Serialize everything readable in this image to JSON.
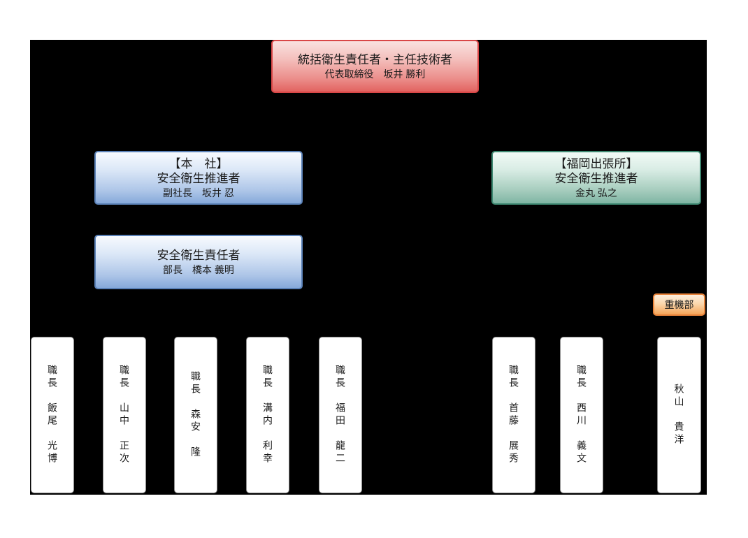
{
  "org": {
    "supervisor": {
      "title": "統括衛生責任者・主任技術者",
      "person": "代表取締役　坂井 勝利"
    },
    "head_office": {
      "location": "【本　社】",
      "role": "安全衛生推進者",
      "person": "副社長　坂井 忍"
    },
    "fukuoka_branch": {
      "location": "【福岡出張所】",
      "role": "安全衛生推進者",
      "person": "金丸 弘之"
    },
    "safety_officer": {
      "role": "安全衛生責任者",
      "person": "部長　橋本 義明"
    },
    "heavy_machinery_label": "重機部",
    "workers": [
      "職長　飯尾　光博",
      "職長　山中　正次",
      "職長　森安　隆",
      "職長　溝内　利幸",
      "職長　福田　龍二",
      "職長　首藤　展秀",
      "職長　西川　義文",
      "秋山　貴洋"
    ]
  },
  "colors": {
    "page_background": "#ffffff",
    "chart_background": "#000000",
    "supervisor_border": "#d94747",
    "supervisor_fill_bottom": "#e26360",
    "blue_border": "#5b82b8",
    "blue_fill_bottom": "#86a9da",
    "green_border": "#3e8871",
    "green_fill_bottom": "#7fb5a3",
    "orange_border": "#e8833a",
    "orange_fill_bottom": "#f5a559",
    "worker_box_border": "#8c8c8c",
    "text": "#1a1a1a"
  }
}
